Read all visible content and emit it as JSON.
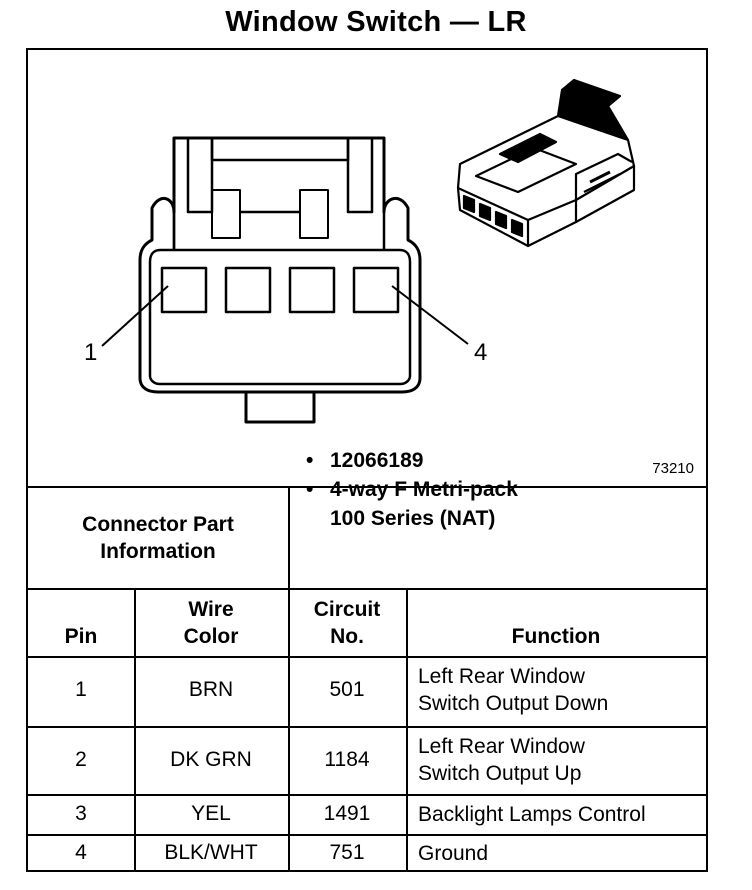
{
  "title": "Window Switch — LR",
  "figure_number": "73210",
  "callouts": [
    "1",
    "4"
  ],
  "connector": {
    "label_line1": "Connector Part",
    "label_line2": "Information",
    "bullets": [
      {
        "lines": [
          "12066189"
        ]
      },
      {
        "lines": [
          "4-way F Metri-pack",
          "100 Series (NAT)"
        ]
      }
    ]
  },
  "table": {
    "headers": {
      "pin": "Pin",
      "wire_color_1": "Wire",
      "wire_color_2": "Color",
      "circuit_1": "Circuit",
      "circuit_2": "No.",
      "function": "Function"
    },
    "rows": [
      {
        "pin": "1",
        "color": "BRN",
        "circuit": "501",
        "function_1": "Left Rear Window",
        "function_2": "Switch Output Down"
      },
      {
        "pin": "2",
        "color": "DK GRN",
        "circuit": "1184",
        "function_1": "Left Rear Window",
        "function_2": "Switch Output Up"
      },
      {
        "pin": "3",
        "color": "YEL",
        "circuit": "1491",
        "function_1": "Backlight Lamps Control",
        "function_2": ""
      },
      {
        "pin": "4",
        "color": "BLK/WHT",
        "circuit": "751",
        "function_1": "Ground",
        "function_2": ""
      }
    ]
  }
}
